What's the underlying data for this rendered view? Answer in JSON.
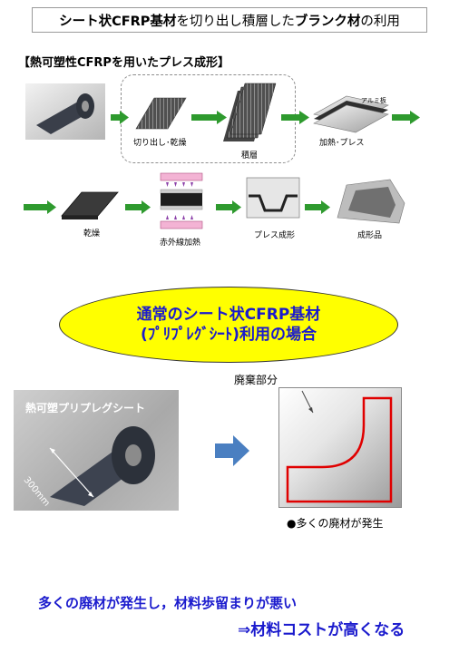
{
  "header": {
    "title_part1": "シート状CFRP基材",
    "title_part2": "を切り出し積層した",
    "title_part3": "ブランク材",
    "title_part4": "の利用"
  },
  "section": {
    "label": "【熱可塑性CFRPを用いたプレス成形】"
  },
  "process": {
    "step_cut": "切り出し･乾燥",
    "step_stack": "積層",
    "aluminum_plate": "アルミ板",
    "step_heat_press": "加熱･プレス",
    "step_dry": "乾燥",
    "step_infrared": "赤外線加熱",
    "step_press_forming": "プレス成形",
    "step_product": "成形品"
  },
  "callout": {
    "line1": "通常のシート状CFRP基材",
    "line2": "(ﾌﾟﾘﾌﾟﾚｸﾞｼｰﾄ)利用の場合"
  },
  "example": {
    "photo_label": "熱可塑プリプレグシート",
    "width_label": "300mm",
    "waste_label": "廃棄部分",
    "note": "●多くの廃材が発生"
  },
  "conclusion": {
    "line1": "多くの廃材が発生し，材料歩留まりが悪い",
    "line2": "⇒材料コストが高くなる"
  },
  "colors": {
    "arrow_green": "#2e9a2e",
    "arrow_blue": "#4a7fc1",
    "accent_blue": "#1a1acd",
    "callout_yellow": "#ffff00",
    "part_outline_red": "#e00000"
  }
}
